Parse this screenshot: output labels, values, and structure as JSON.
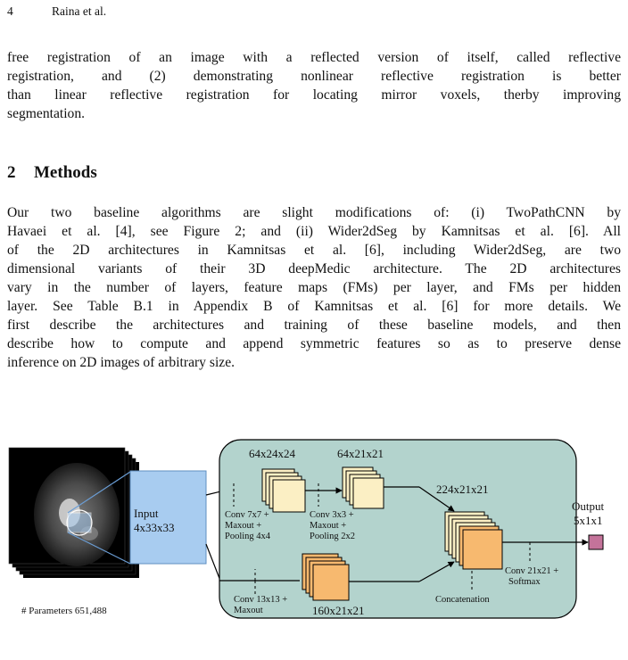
{
  "header": {
    "page_number": "4",
    "running_title": "Raina et al."
  },
  "intro_lines": [
    "free registration of an image with a reflected version of itself, called reflective",
    "registration, and (2) demonstrating nonlinear reflective registration is better",
    "than linear reflective registration for locating mirror voxels, therby improving",
    "segmentation."
  ],
  "section": {
    "number": "2",
    "title": "Methods"
  },
  "methods_lines": [
    "Our two baseline algorithms are slight modifications of: (i) TwoPathCNN by",
    "Havaei et al. [4], see Figure 2; and (ii) Wider2dSeg by Kamnitsas et al. [6]. All",
    "of the 2D architectures in Kamnitsas et al. [6], including Wider2dSeg, are two",
    "dimensional variants of their 3D deepMedic architecture. The 2D architectures",
    "vary in the number of layers, feature maps (FMs) per layer, and FMs per hidden",
    "layer. See Table B.1 in Appendix B of Kamnitsas et al. [6] for more details. We",
    "first describe the architectures and training of these baseline models, and then",
    "describe how to compute and append symmetric features so as to preserve dense",
    "inference on 2D images of arbitrary size."
  ],
  "figure": {
    "params_label": "# Parameters  651,488",
    "input_label": [
      "Input",
      "4x33x33"
    ],
    "top_block1_size": "64x24x24",
    "top_block2_size": "64x21x21",
    "concat_size": "224x21x21",
    "bottom_block_size": "160x21x21",
    "conv1_label": [
      "Conv 7x7 +",
      "Maxout +",
      "Pooling 4x4"
    ],
    "conv2_label": [
      "Conv 3x3 +",
      "Maxout +",
      "Pooling 2x2"
    ],
    "conv3_label": [
      "Conv 13x13 +",
      "Maxout"
    ],
    "concat_label": "Concatenation",
    "conv4_label": [
      "Conv 21x21 +",
      "Softmax"
    ],
    "output_label": [
      "Output",
      "5x1x1"
    ],
    "colors": {
      "panel": "#b3d3cd",
      "input": "#a8ccf0",
      "cream": "#fbefc4",
      "orange": "#f7b96f",
      "output": "#c4739a"
    }
  }
}
